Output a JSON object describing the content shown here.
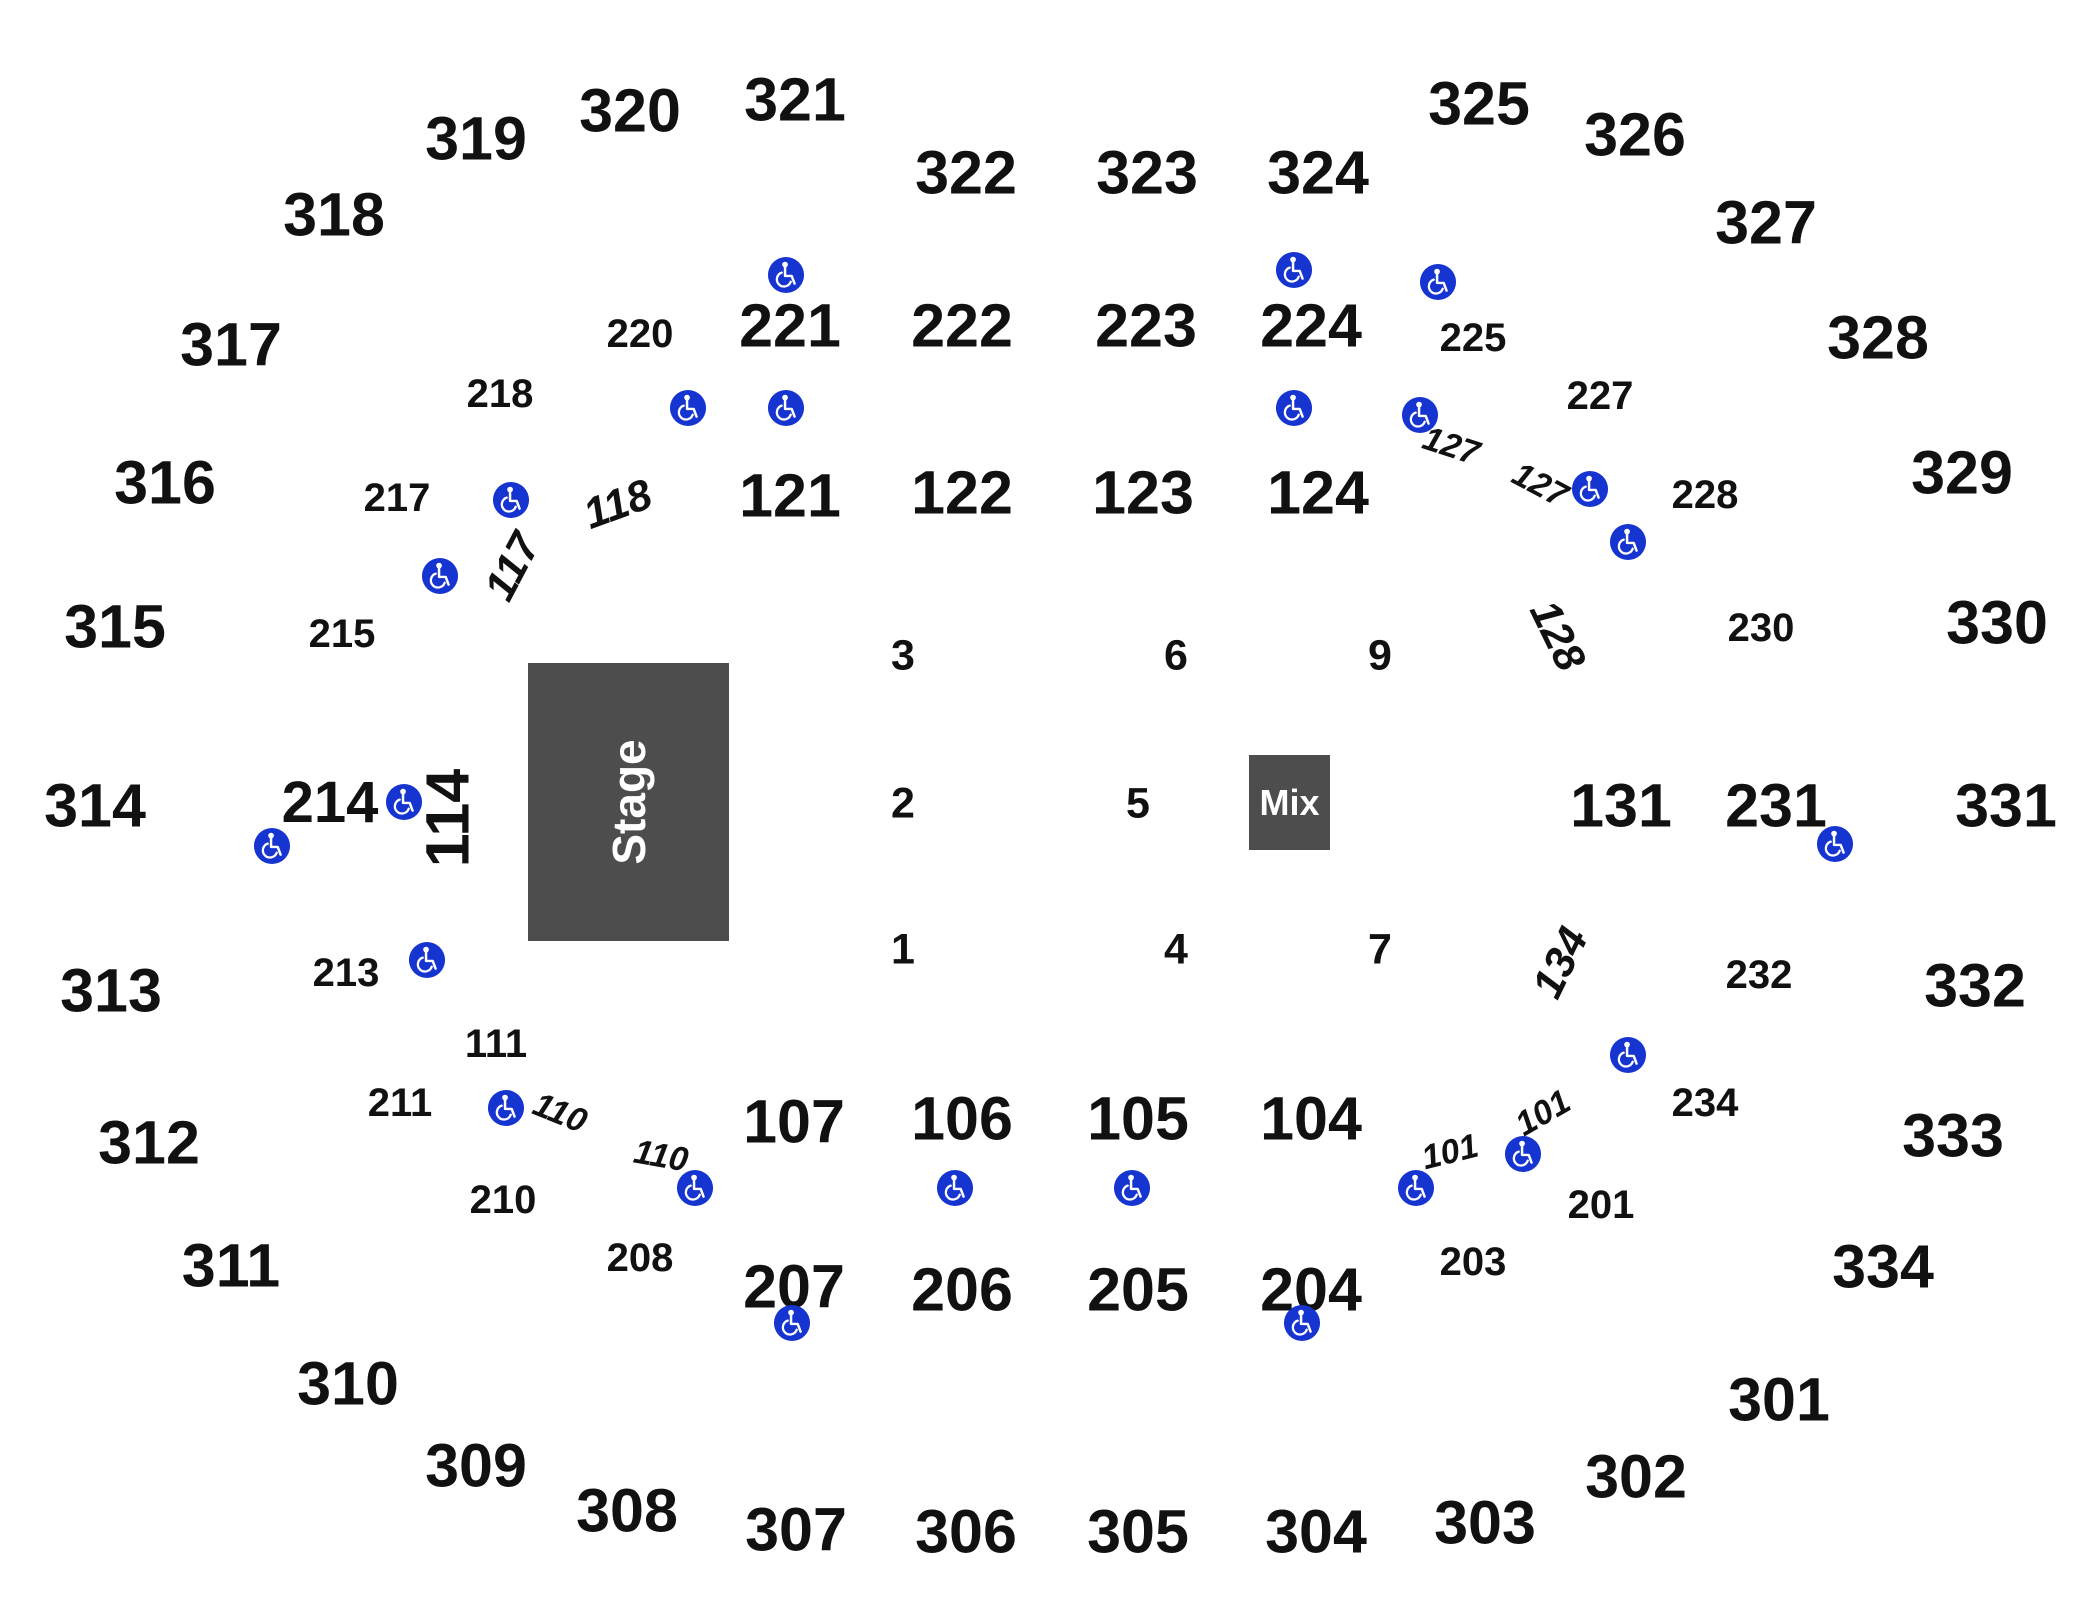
{
  "stage": {
    "label": "Stage"
  },
  "mix": {
    "label": "Mix"
  },
  "accent_color": "#1634cf",
  "icons": {
    "wheelchair": "wheelchair-icon"
  },
  "sections": {
    "s301": "301",
    "s302": "302",
    "s303": "303",
    "s304": "304",
    "s305": "305",
    "s306": "306",
    "s307": "307",
    "s308": "308",
    "s309": "309",
    "s310": "310",
    "s311": "311",
    "s312": "312",
    "s313": "313",
    "s314": "314",
    "s315": "315",
    "s316": "316",
    "s317": "317",
    "s318": "318",
    "s319": "319",
    "s320": "320",
    "s321": "321",
    "s322": "322",
    "s323": "323",
    "s324": "324",
    "s325": "325",
    "s326": "326",
    "s327": "327",
    "s328": "328",
    "s329": "329",
    "s330": "330",
    "s331": "331",
    "s332": "332",
    "s333": "333",
    "s334": "334",
    "s201": "201",
    "s203": "203",
    "s204": "204",
    "s205": "205",
    "s206": "206",
    "s207": "207",
    "s208": "208",
    "s210": "210",
    "s211": "211",
    "s213": "213",
    "s214": "214",
    "s215": "215",
    "s217": "217",
    "s218": "218",
    "s220": "220",
    "s221": "221",
    "s222": "222",
    "s223": "223",
    "s224": "224",
    "s225": "225",
    "s227": "227",
    "s228": "228",
    "s230": "230",
    "s231": "231",
    "s232": "232",
    "s234": "234",
    "s101a": "101",
    "s101b": "101",
    "s104": "104",
    "s105": "105",
    "s106": "106",
    "s107": "107",
    "s110a": "110",
    "s110b": "110",
    "s111": "111",
    "s114": "114",
    "s117": "117",
    "s118": "118",
    "s121": "121",
    "s122": "122",
    "s123": "123",
    "s124": "124",
    "s127a": "127",
    "s127b": "127",
    "s128": "128",
    "s131": "131",
    "s134": "134",
    "f1": "1",
    "f2": "2",
    "f3": "3",
    "f4": "4",
    "f5": "5",
    "f6": "6",
    "f7": "7",
    "f9": "9"
  }
}
